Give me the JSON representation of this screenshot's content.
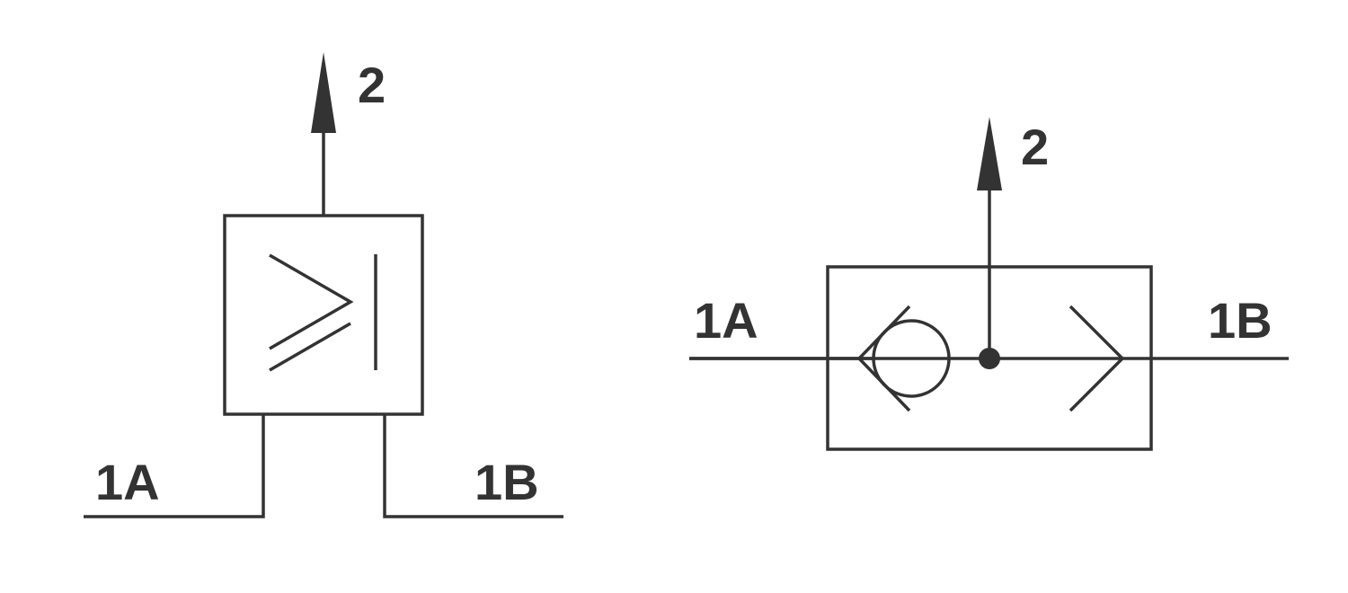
{
  "colors": {
    "stroke": "#333333",
    "background": "#ffffff"
  },
  "symbols": [
    {
      "name": "and-valve",
      "ports": {
        "output": "2",
        "input_a": "1A",
        "input_b": "1B"
      }
    },
    {
      "name": "shuttle-valve",
      "ports": {
        "output": "2",
        "input_a": "1A",
        "input_b": "1B"
      }
    }
  ]
}
